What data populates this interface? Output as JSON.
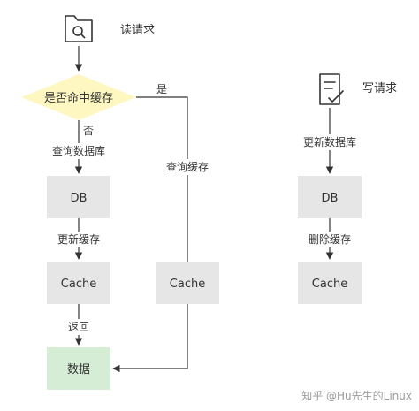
{
  "read_request": {
    "title": "读请求",
    "decision": "是否命中缓存",
    "yes_label": "是",
    "no_label": "否",
    "query_db_label": "查询数据库",
    "db_box": "DB",
    "update_cache_label": "更新缓存",
    "cache_box": "Cache",
    "return_label": "返回",
    "data_box": "数据",
    "query_cache_label": "查询缓存",
    "cache_box_right": "Cache"
  },
  "write_request": {
    "title": "写请求",
    "update_db_label": "更新数据库",
    "db_box": "DB",
    "delete_cache_label": "删除缓存",
    "cache_box": "Cache"
  },
  "watermark": "知乎 @Hu先生的Linux",
  "colors": {
    "decision_fill": "#fff7c2",
    "box_fill": "#e6e6e6",
    "data_fill": "#d5ecd5",
    "line": "#333333"
  },
  "icons": {
    "read": "folder-search-icon",
    "write": "document-check-icon"
  }
}
